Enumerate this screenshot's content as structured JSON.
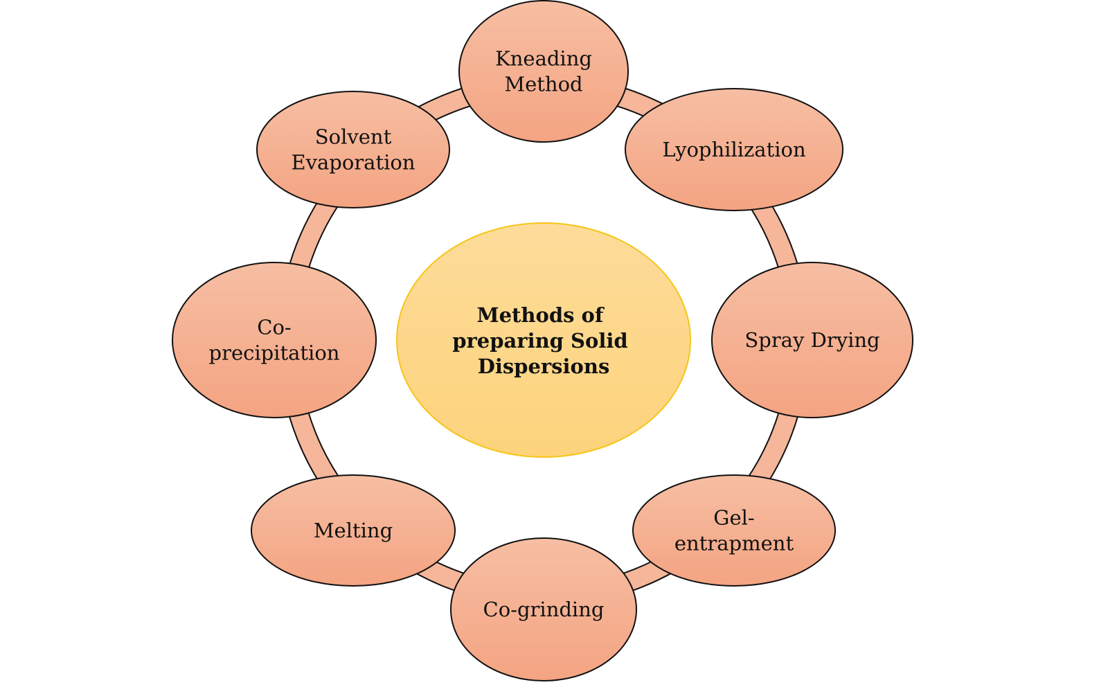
{
  "title": [
    "Methods of",
    "preparing Solid",
    "Dispersions"
  ],
  "colors": {
    "node_top": "#F6BEA3",
    "node_bottom": "#F4A482",
    "ring": "#F5B69A",
    "center_top": "#FDDC9A",
    "center_bottom": "#FDD37C",
    "center_stroke": "#F5C518"
  },
  "methods": [
    {
      "id": "kneading",
      "lines": [
        "Kneading",
        "Method"
      ]
    },
    {
      "id": "lyophilization",
      "lines": [
        "Lyophilization"
      ]
    },
    {
      "id": "spray-drying",
      "lines": [
        "Spray Drying"
      ]
    },
    {
      "id": "gel-entrapment",
      "lines": [
        "Gel-",
        "entrapment"
      ]
    },
    {
      "id": "co-grinding",
      "lines": [
        "Co-grinding"
      ]
    },
    {
      "id": "melting",
      "lines": [
        "Melting"
      ]
    },
    {
      "id": "co-precipitation",
      "lines": [
        "Co-",
        "precipitation"
      ]
    },
    {
      "id": "solvent-evaporation",
      "lines": [
        "Solvent",
        "Evaporation"
      ]
    }
  ]
}
